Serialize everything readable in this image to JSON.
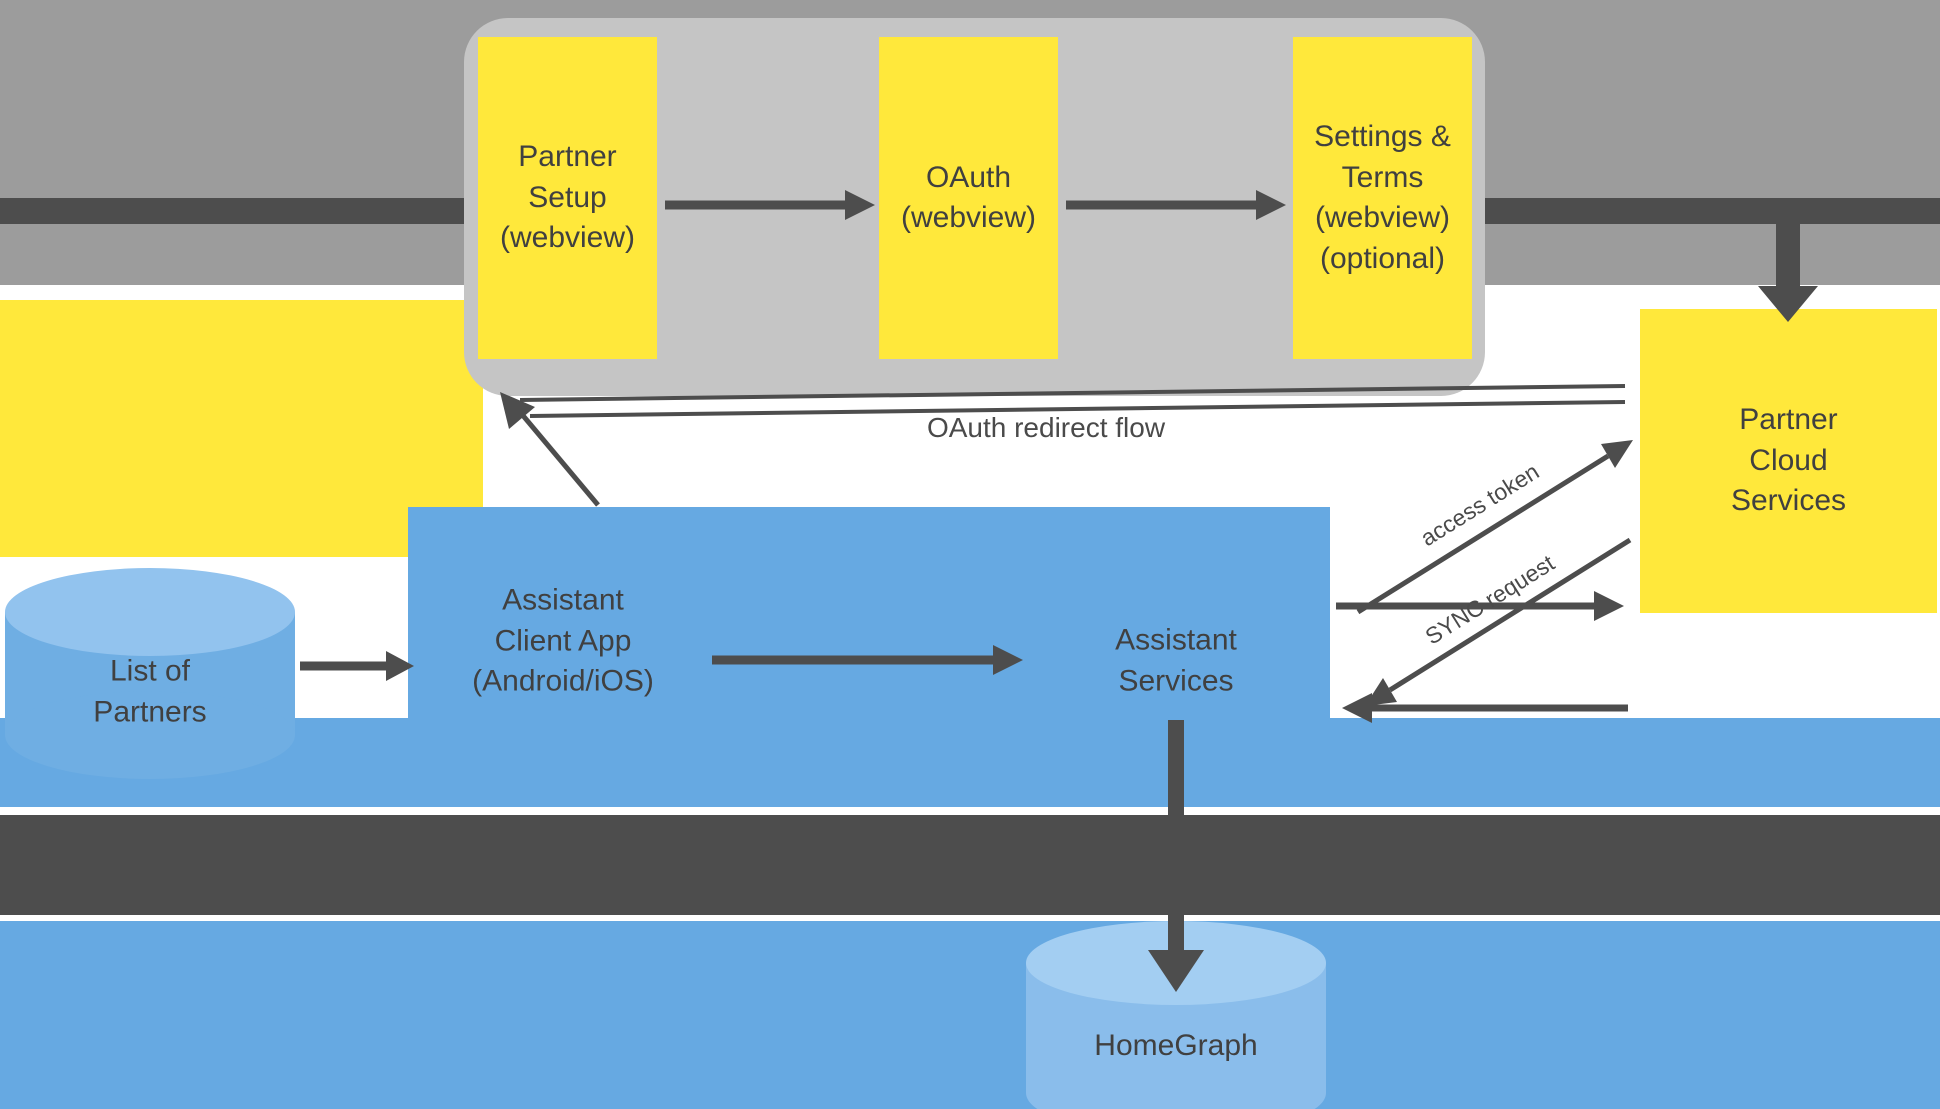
{
  "colors": {
    "yellow": "#ffe83b",
    "blue": "#66a9e2",
    "blue_cylinder": "#8abdeb",
    "gray_band": "#9c9c9c",
    "gray_container": "#c5c5c5",
    "dark_arrow": "#4d4d4d",
    "text": "#404040"
  },
  "webview_flow": {
    "steps": [
      {
        "label": "Partner\nSetup\n(webview)"
      },
      {
        "label": "OAuth\n(webview)"
      },
      {
        "label": "Settings &\nTerms\n(webview)\n(optional)"
      }
    ]
  },
  "nodes": {
    "list_of_partners": {
      "label": "List of\nPartners"
    },
    "assistant_client_app": {
      "label": "Assistant\nClient App\n(Android/iOS)"
    },
    "assistant_services": {
      "label": "Assistant\nServices"
    },
    "partner_cloud_services": {
      "label": "Partner\nCloud\nServices"
    },
    "homegraph": {
      "label": "HomeGraph"
    }
  },
  "edge_labels": {
    "oauth_redirect": "OAuth redirect flow",
    "access_token": "access token",
    "sync_request": "SYNC request"
  }
}
